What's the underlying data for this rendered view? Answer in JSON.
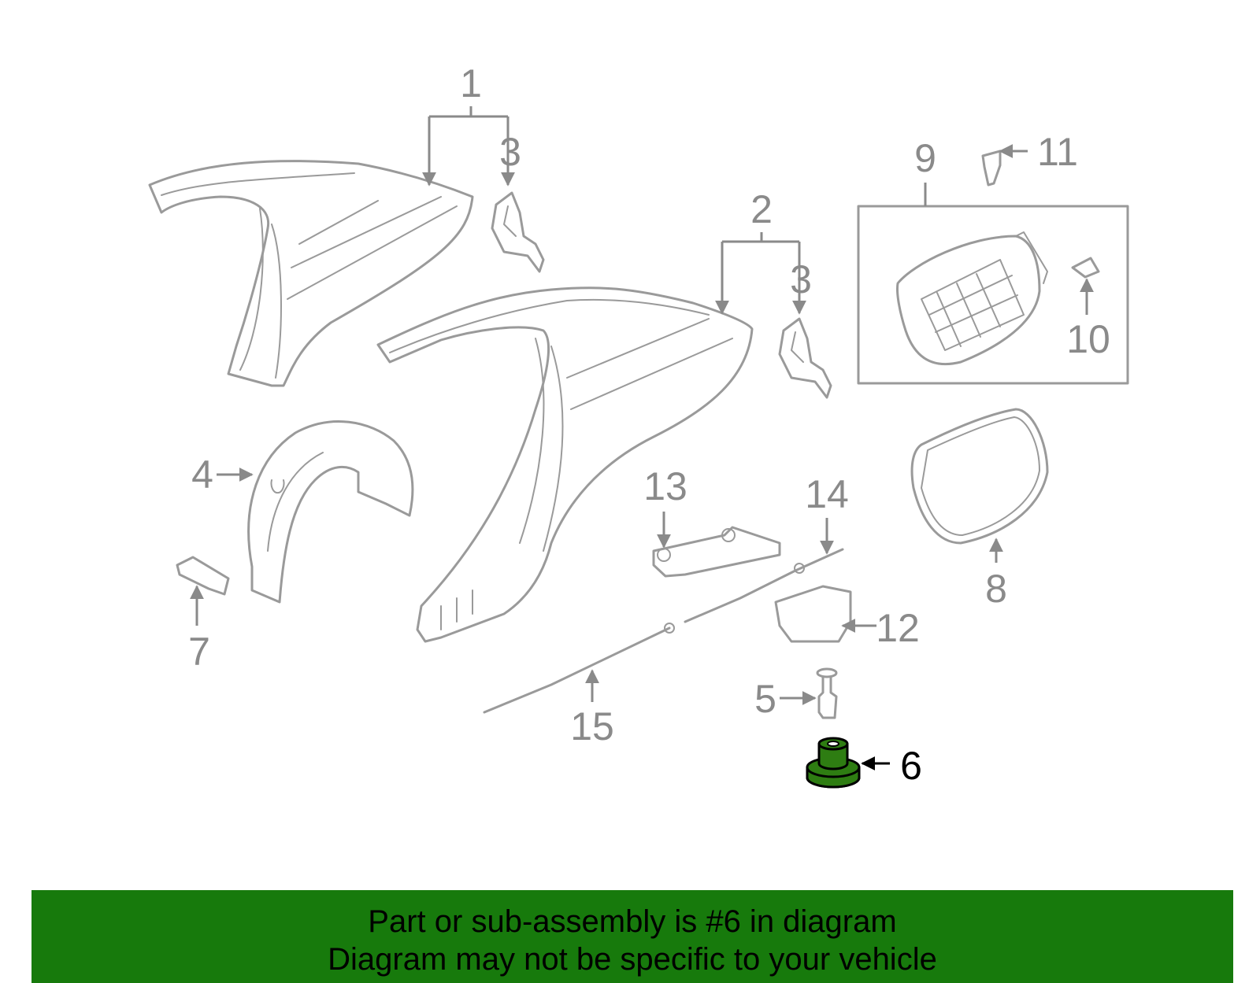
{
  "callouts": {
    "c1": "1",
    "c2": "2",
    "c3a": "3",
    "c3b": "3",
    "c4": "4",
    "c5": "5",
    "c6": "6",
    "c7": "7",
    "c8": "8",
    "c9": "9",
    "c10": "10",
    "c11": "11",
    "c12": "12",
    "c13": "13",
    "c14": "14",
    "c15": "15"
  },
  "highlight_part": "6",
  "colors": {
    "part_stroke": "#9a9a9a",
    "highlight_fill": "#2e7d12",
    "banner": "#177a0c"
  },
  "banner": {
    "line1": "Part or sub-assembly is #6 in diagram",
    "line2": "Diagram may not be specific to your vehicle"
  }
}
